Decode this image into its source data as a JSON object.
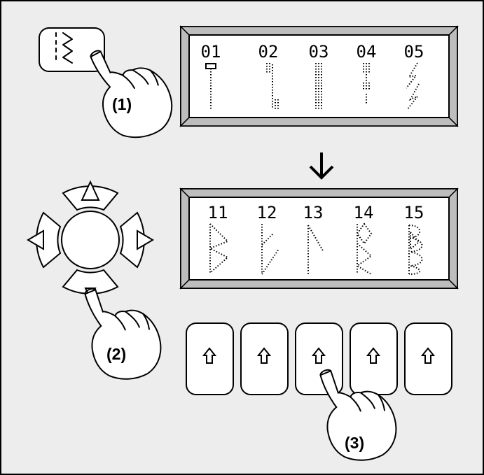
{
  "screen_top": {
    "patterns": [
      {
        "number": "01",
        "icon": "straight-stitch-left-icon"
      },
      {
        "number": "02",
        "icon": "straight-stitch-triple-icon"
      },
      {
        "number": "03",
        "icon": "triple-straight-stitch-icon"
      },
      {
        "number": "04",
        "icon": "basting-stitch-icon"
      },
      {
        "number": "05",
        "icon": "lightning-stitch-icon"
      }
    ]
  },
  "screen_bottom": {
    "patterns": [
      {
        "number": "11",
        "icon": "blind-hem-stitch-icon"
      },
      {
        "number": "12",
        "icon": "feather-slant-stitch-icon"
      },
      {
        "number": "13",
        "icon": "slant-stitch-icon"
      },
      {
        "number": "14",
        "icon": "double-diamond-stitch-icon"
      },
      {
        "number": "15",
        "icon": "scallop-stitch-icon"
      }
    ]
  },
  "steps": [
    "(1)",
    "(2)",
    "(3)"
  ],
  "colors": {
    "panel": "#ededed",
    "line": "#000000",
    "button": "#ffffff"
  }
}
